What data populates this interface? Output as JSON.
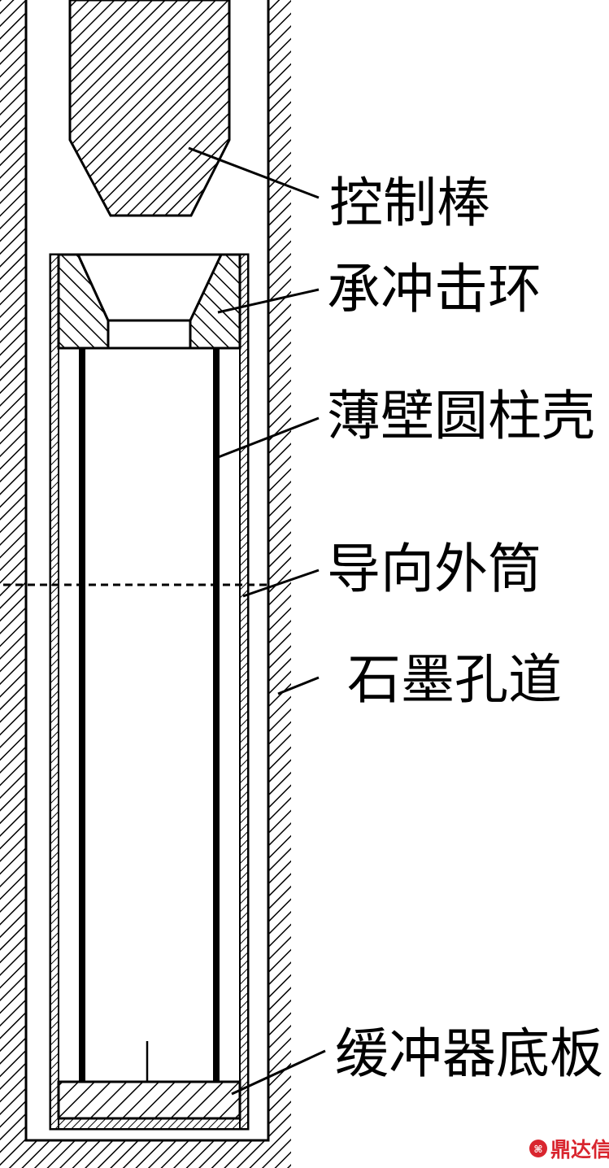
{
  "labels": {
    "control_rod": "控制棒",
    "impact_ring": "承冲击环",
    "thin_shell": "薄壁圆柱壳",
    "guide_tube": "导向外筒",
    "graphite_channel": "石墨孔道",
    "buffer_bottom_plate": "缓冲器底板"
  },
  "watermark": {
    "text": "鼎达信",
    "icon": "logo-badge-icon",
    "color": "#d9262f"
  }
}
